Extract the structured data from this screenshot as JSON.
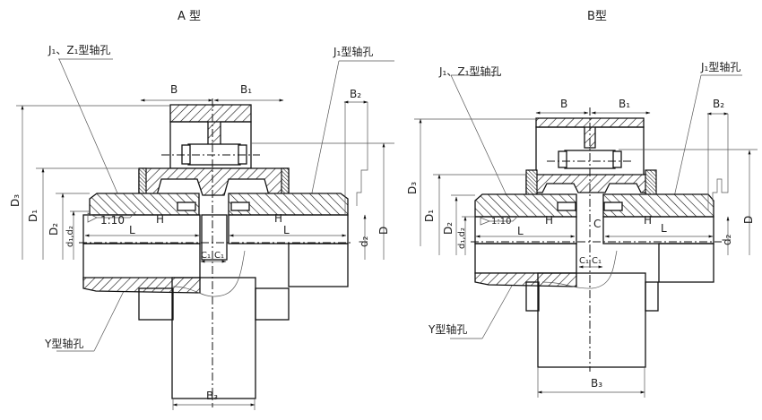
{
  "figure": {
    "type_a": {
      "title": "A 型",
      "notes": {
        "bore_j1_z1": "J₁、Z₁型轴孔",
        "bore_j1": "J₁型轴孔",
        "bore_y": "Y型轴孔"
      },
      "dims": {
        "B": "B",
        "B1": "B₁",
        "B2": "B₂",
        "B3": "B₃",
        "D": "D",
        "D1": "D₁",
        "D2": "D₂",
        "D3": "D₃",
        "d1d2": "d₁,d₂",
        "d2": "d₂",
        "L_left": "L",
        "L_right": "L",
        "H_left": "H",
        "H_right": "H",
        "taper": "1:10",
        "C1_left": "C₁",
        "C1_right": "C₁"
      }
    },
    "type_b": {
      "title": "B型",
      "notes": {
        "bore_j1_z1": "J₁、Z₁型轴孔",
        "bore_j1": "J₁型轴孔",
        "bore_y": "Y型轴孔"
      },
      "dims": {
        "B": "B",
        "B1": "B₁",
        "B2": "B₂",
        "B3": "B₃",
        "D": "D",
        "D1": "D₁",
        "D2": "D₂",
        "D3": "D₃",
        "d1d2": "d₁,d₂",
        "d2": "d₂",
        "L_left": "L",
        "L_right": "L",
        "H_left": "H",
        "H_right": "H",
        "taper": "1:10",
        "C": "C",
        "C1_left": "C₁",
        "C1_right": "C₁"
      }
    }
  }
}
